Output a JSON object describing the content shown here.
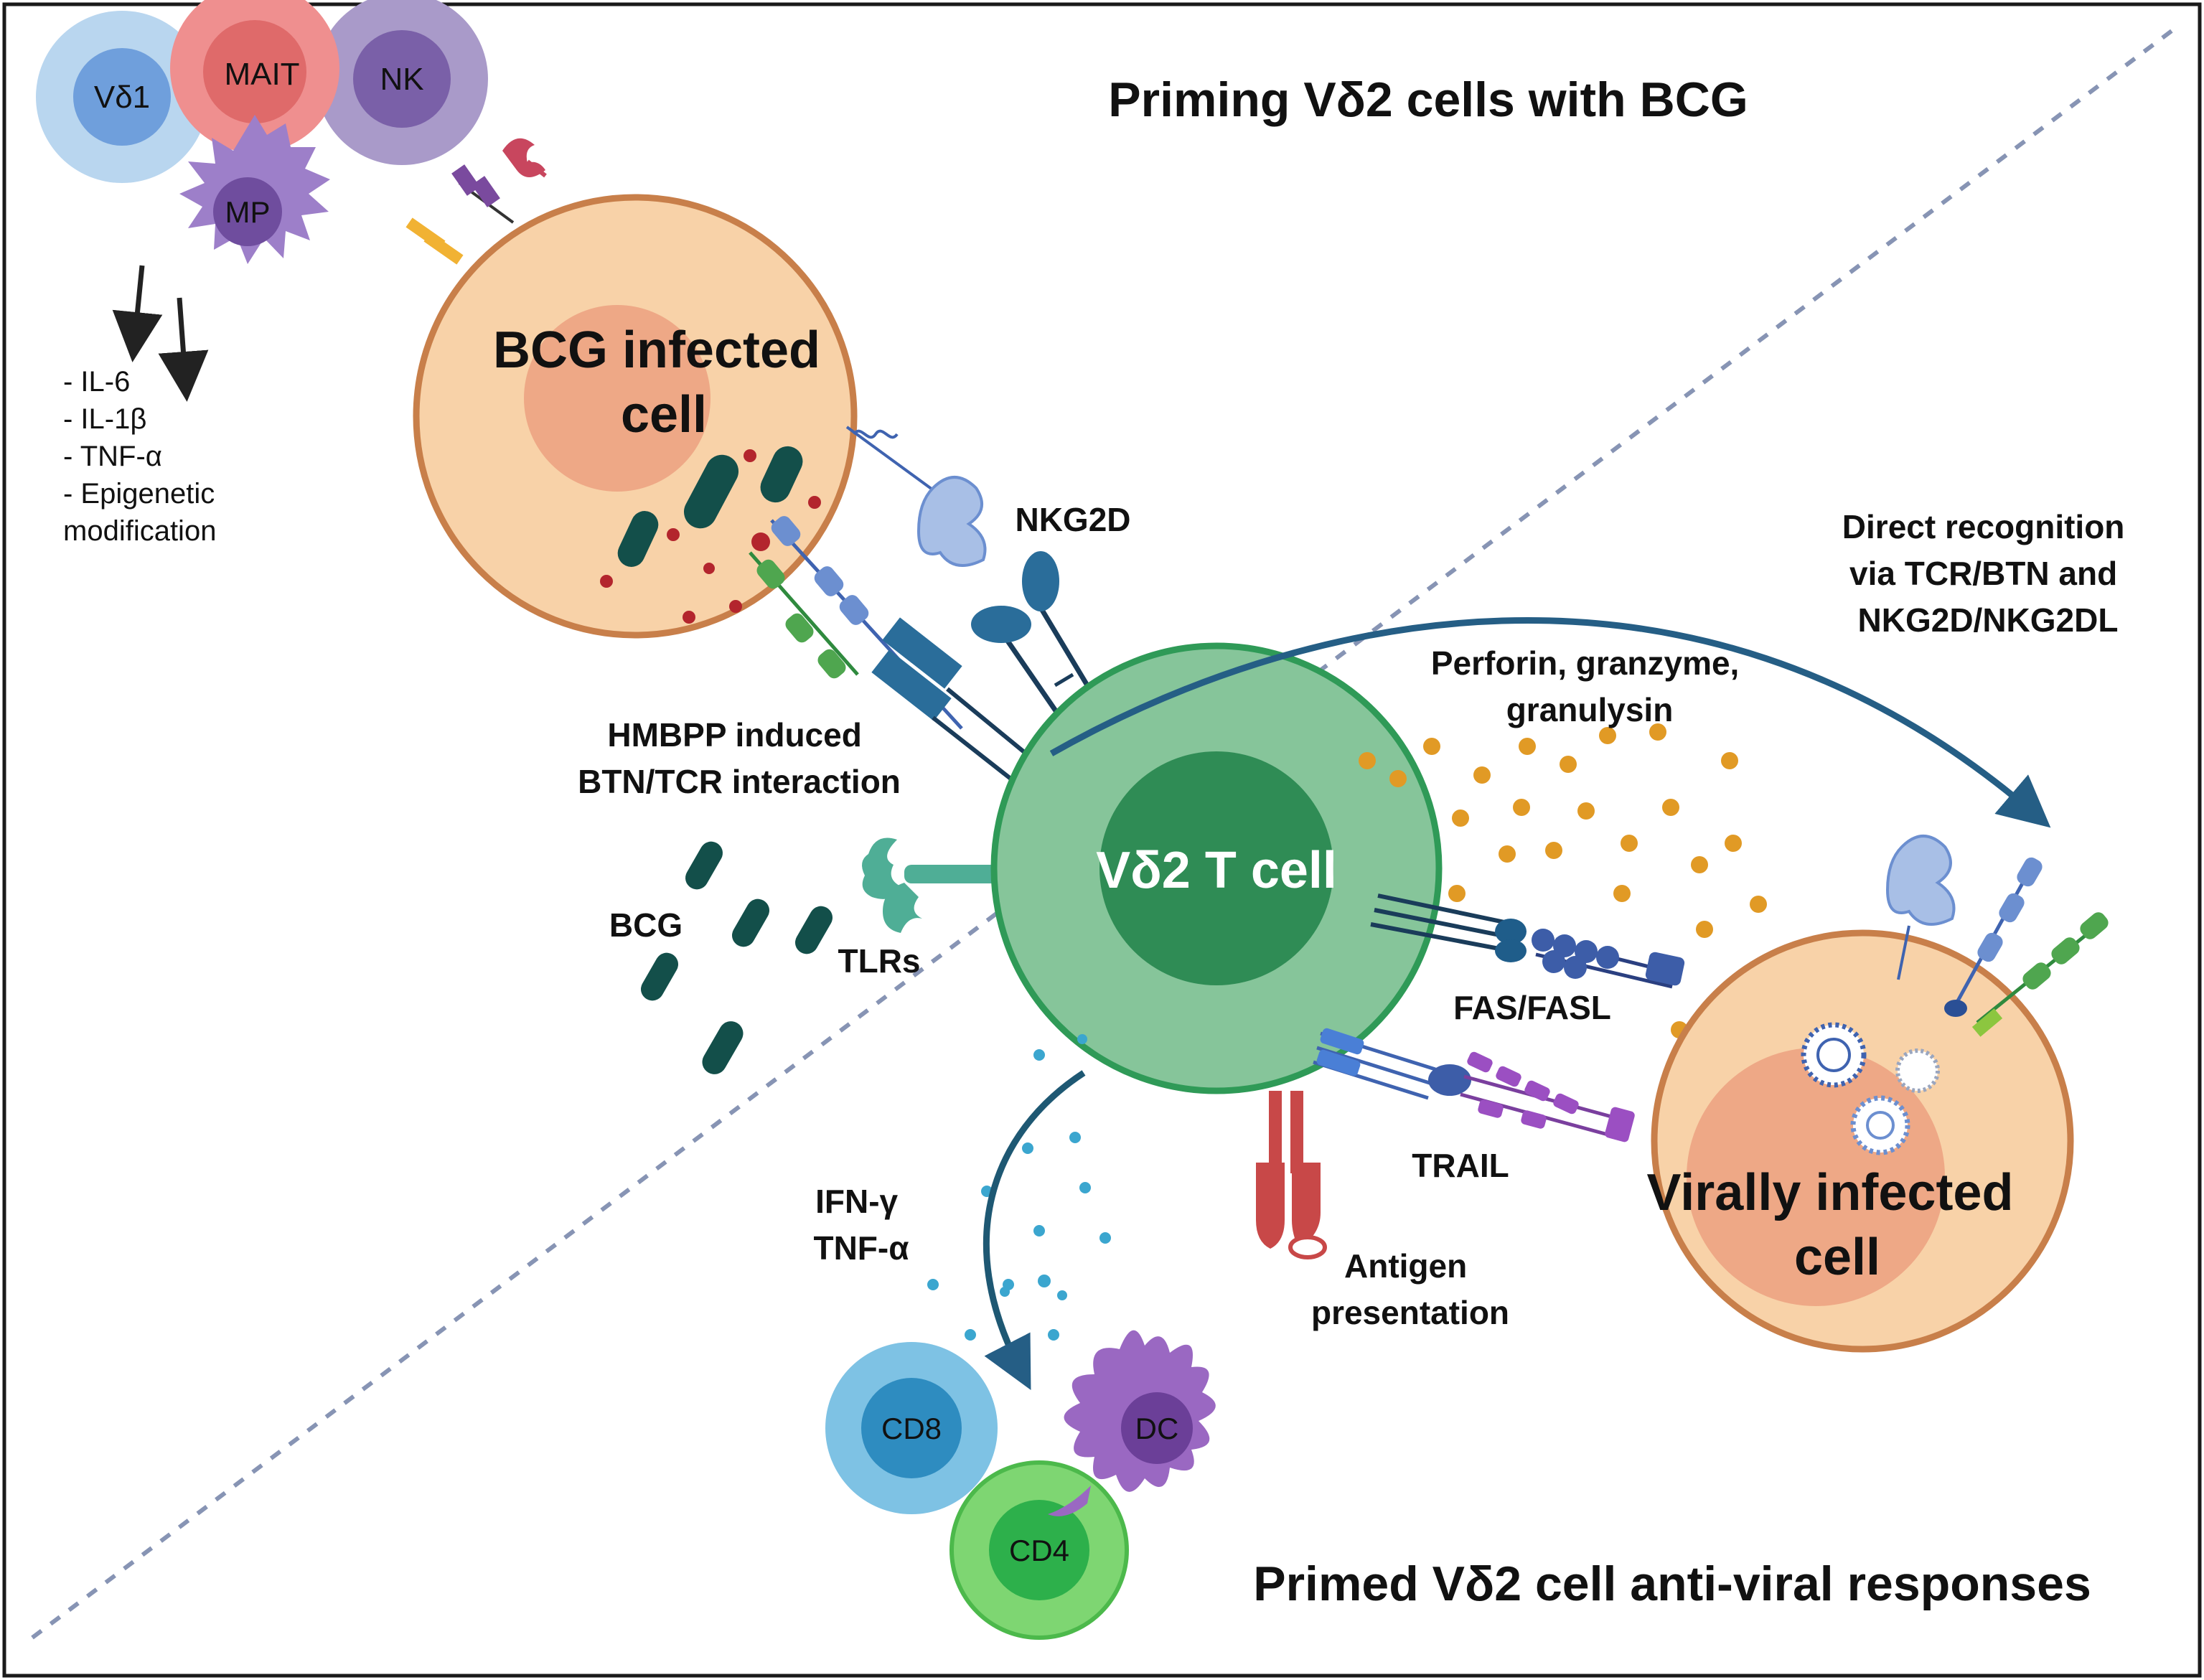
{
  "titles": {
    "top": "Priming Vδ2 cells with BCG",
    "bottom": "Primed Vδ2 cell anti-viral responses"
  },
  "cells": {
    "vd1": "Vδ1",
    "mait": "MAIT",
    "nk": "NK",
    "mp": "MP",
    "bcg_infected_line1": "BCG infected",
    "bcg_infected_line2": "cell",
    "vd2_t_cell": "Vδ2 T cell",
    "virally_infected_line1": "Virally infected",
    "virally_infected_line2": "cell",
    "cd8": "CD8",
    "cd4": "CD4",
    "dc": "DC"
  },
  "cytokine_list": [
    "- IL-6",
    "- IL-1β",
    "- TNF-α",
    "- Epigenetic",
    "modification"
  ],
  "labels": {
    "nkg2d": "NKG2D",
    "hmbpp_line1": "HMBPP induced",
    "hmbpp_line2": "BTN/TCR interaction",
    "bcg": "BCG",
    "tlrs": "TLRs",
    "perforin_line1": "Perforin, granzyme,",
    "perforin_line2": "granulysin",
    "direct_line1": "Direct recognition",
    "direct_line2": "via TCR/BTN and",
    "direct_line3": "NKG2D/NKG2DL",
    "fas_fasl": "FAS/FASL",
    "trail": "TRAIL",
    "antigen_line1": "Antigen",
    "antigen_line2": "presentation",
    "ifn_gamma": "IFN-γ",
    "tnf_alpha": "TNF-α"
  },
  "colors": {
    "bcg_cell_fill": "#f8d2a8",
    "bcg_cell_stroke": "#c87f4a",
    "bcg_nucleus": "#eea886",
    "vd2_fill": "#86c59a",
    "vd2_stroke": "#2f9a57",
    "vd2_nucleus": "#2f8c55",
    "bacteria": "#134f4a",
    "granules": "#e19a25",
    "receptor_blue": "#2a6d9a",
    "arrow_blue": "#255e85",
    "divider": "#8794b4"
  }
}
